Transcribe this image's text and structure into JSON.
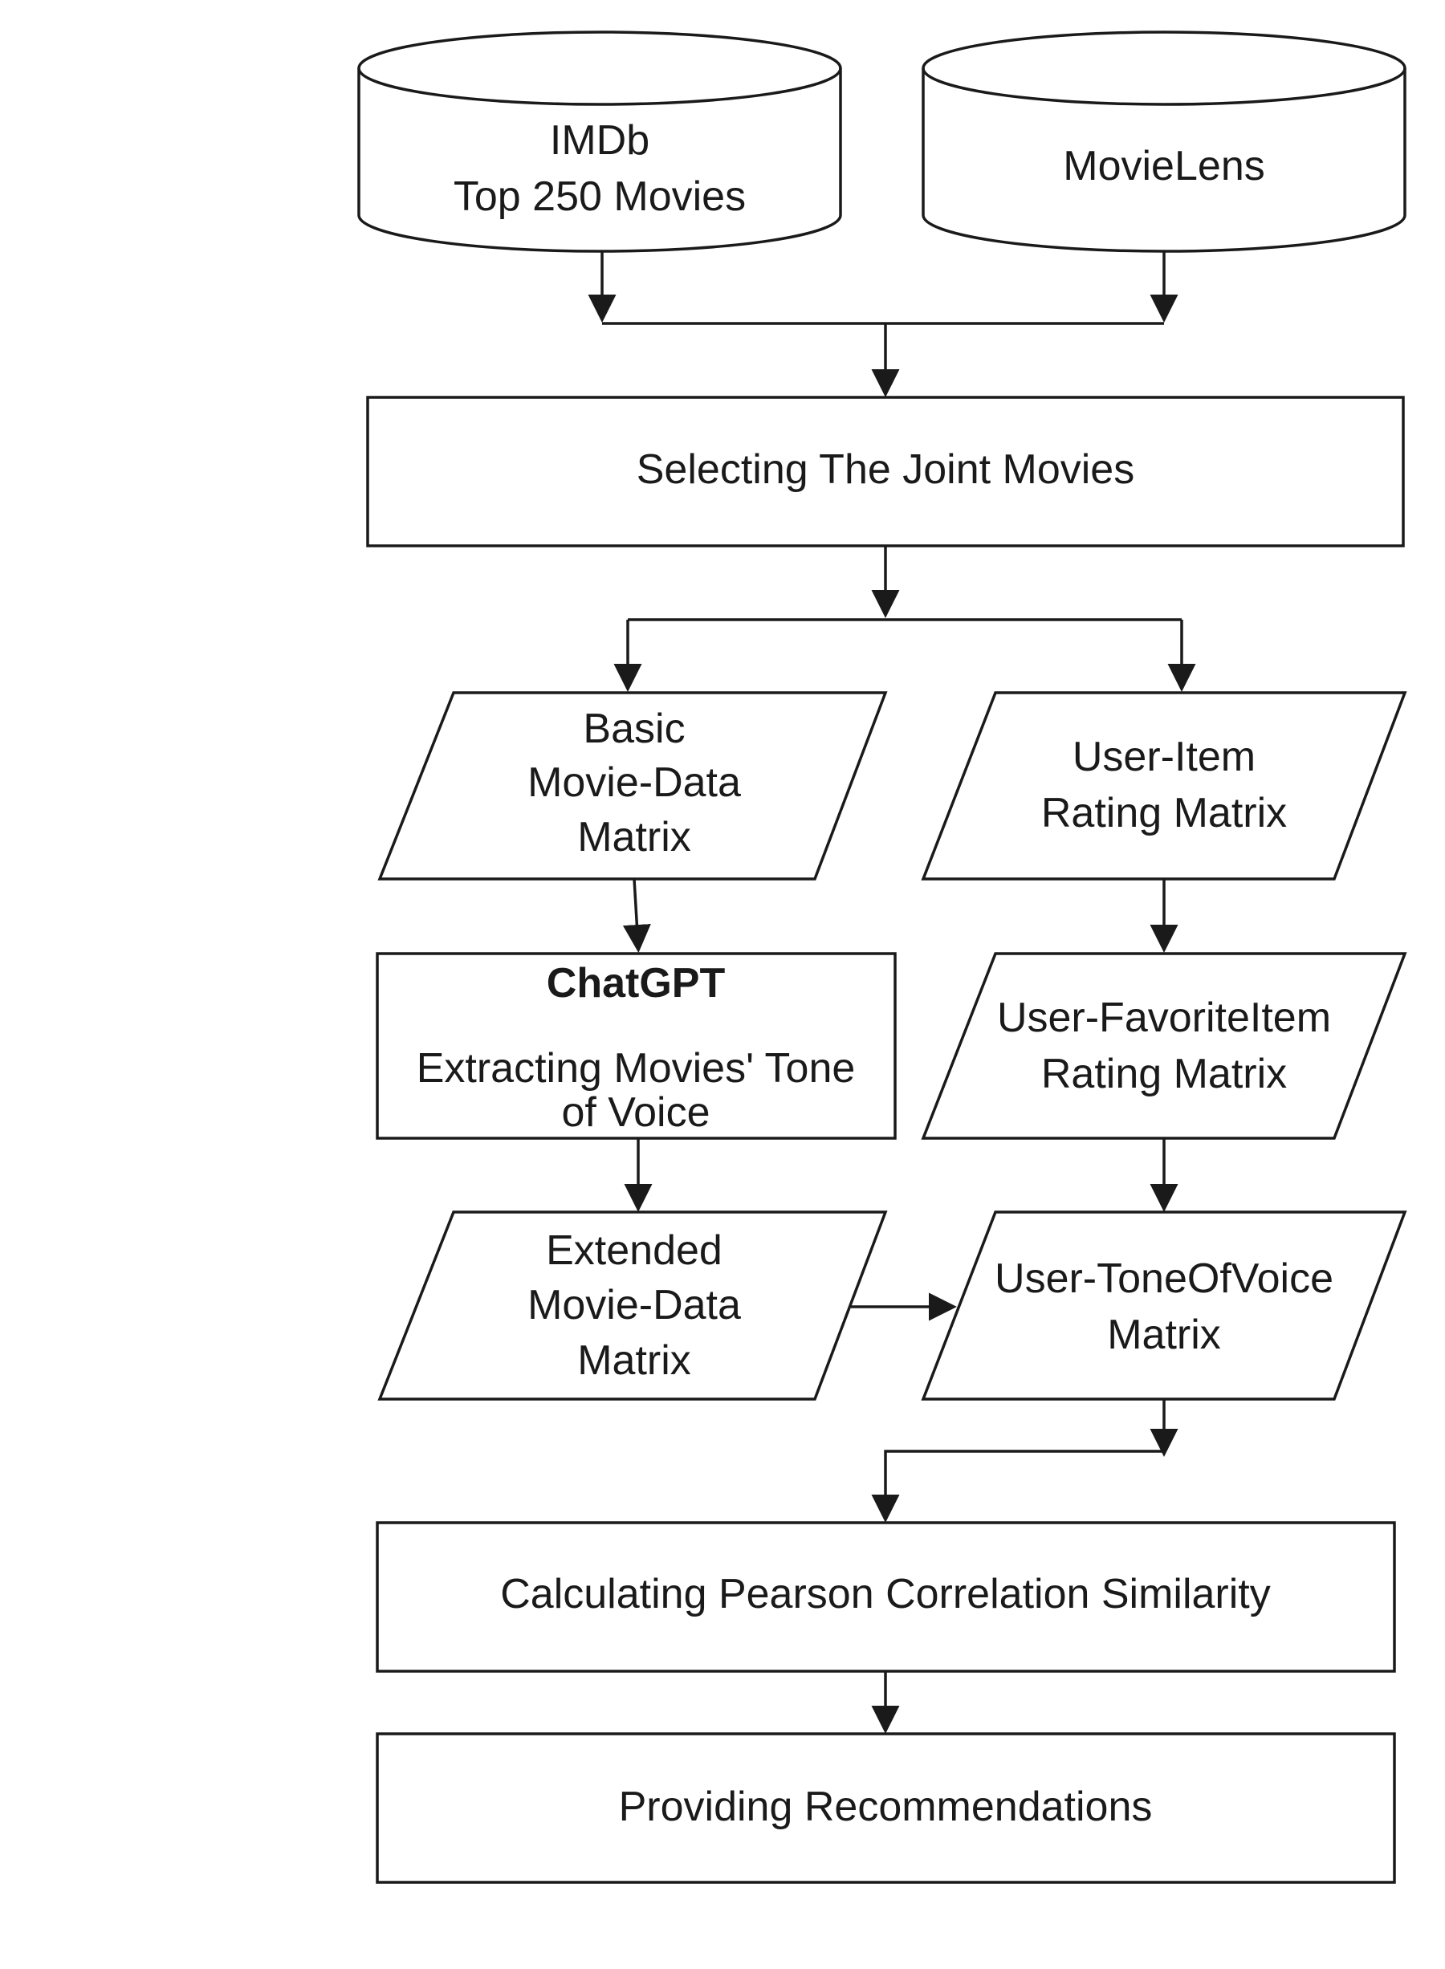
{
  "nodes": {
    "imdb": {
      "line1": "IMDb",
      "line2": "Top 250 Movies"
    },
    "movielens": {
      "label": "MovieLens"
    },
    "selecting": {
      "label": "Selecting The Joint Movies"
    },
    "basic_matrix": {
      "line1": "Basic",
      "line2": "Movie-Data",
      "line3": "Matrix"
    },
    "user_item": {
      "line1": "User-Item",
      "line2": "Rating Matrix"
    },
    "chatgpt": {
      "title": "ChatGPT",
      "line1": "Extracting Movies' Tone",
      "line2": "of Voice"
    },
    "user_favorite": {
      "line1": "User-FavoriteItem",
      "line2": "Rating Matrix"
    },
    "extended_matrix": {
      "line1": "Extended",
      "line2": "Movie-Data",
      "line3": "Matrix"
    },
    "user_tone": {
      "line1": "User-ToneOfVoice",
      "line2": "Matrix"
    },
    "pearson": {
      "label": "Calculating Pearson Correlation Similarity"
    },
    "recommendations": {
      "label": "Providing Recommendations"
    }
  }
}
